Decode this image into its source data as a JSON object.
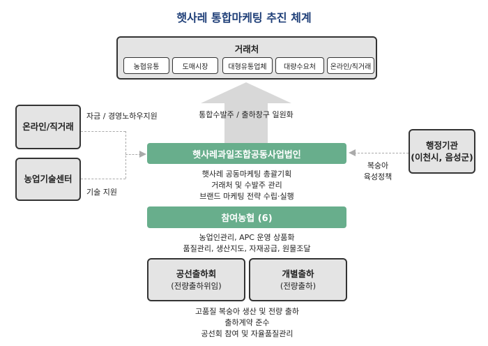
{
  "title": "햇사레 통합마케팅 추진 체계",
  "clients": {
    "title": "거래처",
    "items": [
      "농협유통",
      "도매시장",
      "대형유통업체",
      "대량수요처",
      "온라인/직거래"
    ]
  },
  "arrow_label": "통합수발주 / 출하창구 일원화",
  "left_boxes": {
    "online": "온라인/직거래",
    "tech_center": "농업기술센터"
  },
  "left_labels": {
    "funding": "자금 / 경영노하우지원",
    "tech": "기술 지원"
  },
  "right_box": {
    "line1": "행정기관",
    "line2": "(이천시, 음성군)"
  },
  "right_label": {
    "line1": "복숭아",
    "line2": "육성정책"
  },
  "corp": {
    "name": "햇사레과일조합공동사업법인",
    "roles": [
      "햇사레 공동마케팅 총괄기획",
      "거래처 및 수발주 관리",
      "브랜드 마케팅 전략 수립·실행"
    ]
  },
  "coops": {
    "name": "참여농협 (6)",
    "roles": [
      "농업인관리, APC 운영 상품화",
      "품질관리, 생산지도, 자재공급, 원물조달"
    ]
  },
  "shipping": {
    "joint": {
      "line1": "공선출하회",
      "line2": "(전량출하위임)"
    },
    "individual": {
      "line1": "개별출하",
      "line2": "(전량출하)"
    }
  },
  "bottom_notes": [
    "고품질 복숭아 생산 및 전량 출하",
    "출하계약 준수",
    "공선회 참여 및 자율품질관리"
  ]
}
